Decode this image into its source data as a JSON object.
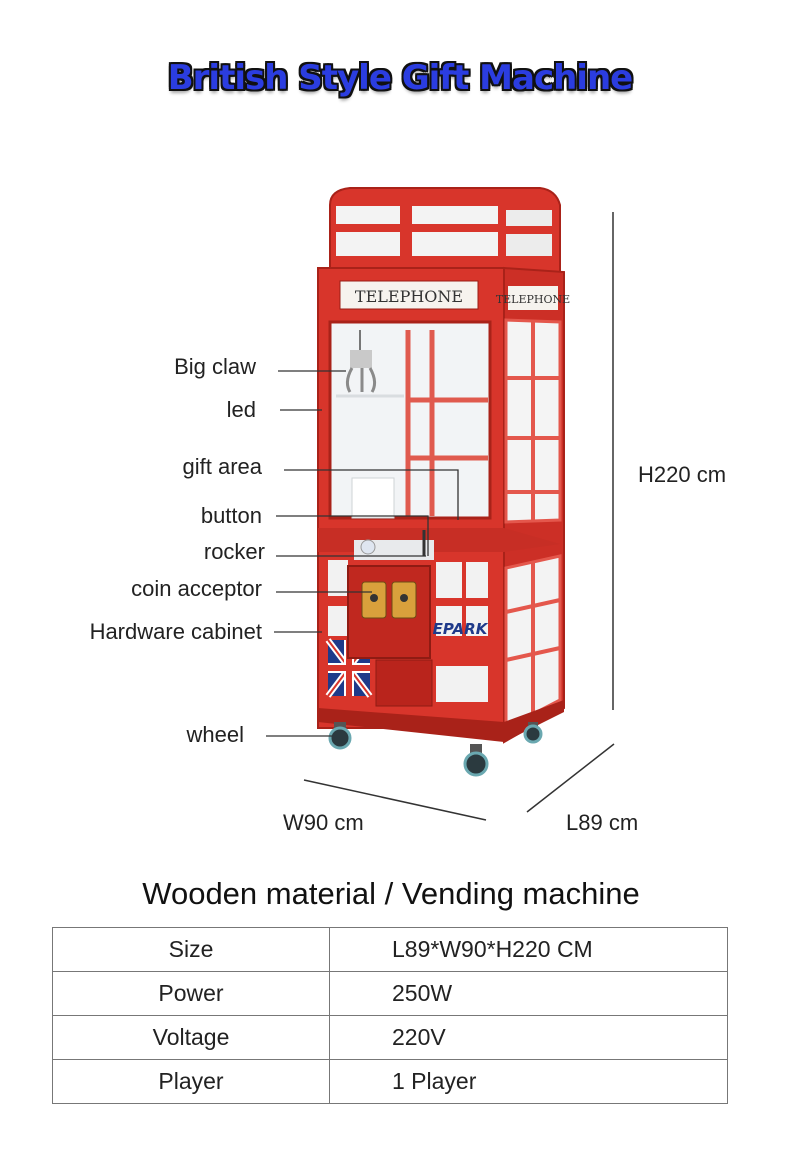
{
  "page": {
    "title": "British Style Gift Machine"
  },
  "product": {
    "sign_front": "TELEPHONE",
    "sign_side": "TELEPHONE",
    "brand_logo": "EPARK"
  },
  "callouts": {
    "big_claw": "Big claw",
    "led": "led",
    "gift_area": "gift area",
    "button": "button",
    "rocker": "rocker",
    "coin_acceptor": "coin acceptor",
    "hardware_cabinet": "Hardware cabinet",
    "wheel": "wheel"
  },
  "dimensions": {
    "height": "H220 cm",
    "width": "W90 cm",
    "length": "L89 cm"
  },
  "spec": {
    "heading": "Wooden material / Vending machine",
    "rows": [
      {
        "key": "Size",
        "value": "L89*W90*H220 CM"
      },
      {
        "key": "Power",
        "value": "250W"
      },
      {
        "key": "Voltage",
        "value": "220V"
      },
      {
        "key": "Player",
        "value": "1 Player"
      }
    ]
  },
  "colors": {
    "body": "#d8352b",
    "body_dark": "#b22820",
    "title": "#2b3de0",
    "glass": "#f2f4f6"
  }
}
